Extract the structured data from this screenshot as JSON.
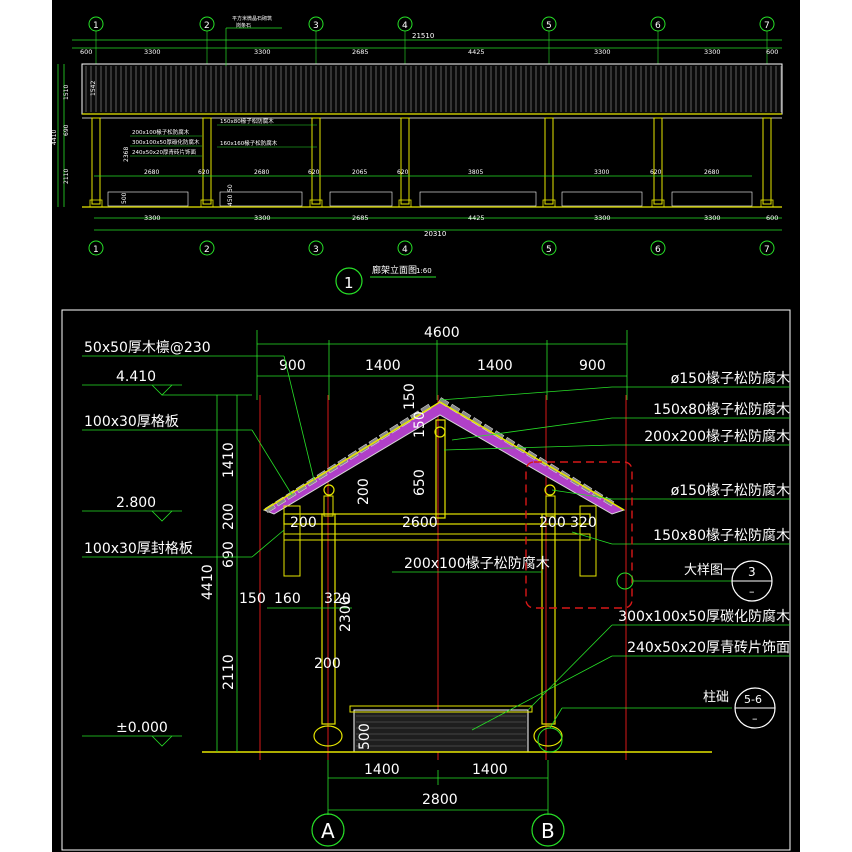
{
  "elevation": {
    "title": "廊架立面图",
    "scale": "1:60",
    "section_no": "1",
    "axes": [
      "1",
      "2",
      "3",
      "4",
      "5",
      "6",
      "7"
    ],
    "top_dims": [
      "600",
      "3300",
      "3300",
      "2685",
      "4425",
      "3300",
      "3300",
      "600"
    ],
    "overall_top": "21510",
    "bottom_dims": [
      "3300",
      "3300",
      "2685",
      "4425",
      "3300",
      "3300",
      "600"
    ],
    "overall_bottom": "20310",
    "mid_dims": [
      "2680",
      "620",
      "2680",
      "620",
      "2065",
      "620",
      "3805",
      "3300",
      "620",
      "2680"
    ],
    "left_dims": [
      "1510",
      "690",
      "2110"
    ],
    "left_total": "4410",
    "inner_dims": [
      "1542",
      "2368",
      "500",
      "450",
      "50"
    ],
    "top_note_1": "平方米微晶石砌筑",
    "top_note_2": "岗条石",
    "notes_left": [
      "200x100椽子松防腐木",
      "300x100x50厚碳化防腐木",
      "240x50x20厚青砖片饰面"
    ],
    "notes_center": [
      "150x80椽子松防腐木",
      "160x160椽子松防腐木"
    ]
  },
  "section": {
    "top_width": "4600",
    "top_dims": [
      "900",
      "1400",
      "1400",
      "900"
    ],
    "bottom_dims": [
      "1400",
      "1400"
    ],
    "bottom_total": "2800",
    "axis_a": "A",
    "axis_b": "B",
    "elev_top": "4.410",
    "elev_mid": "2.800",
    "elev_zero": "±0.000",
    "left_outer": "4410",
    "left_dims": [
      "1410",
      "200",
      "690",
      "2110"
    ],
    "beam_label": "2600",
    "col_dims": [
      "2300",
      "200",
      "200",
      "650",
      "150",
      "150",
      "500",
      "200",
      "200",
      "320"
    ],
    "eave_dims": [
      "150",
      "160",
      "320"
    ],
    "left_notes": [
      "50x50厚木檩@230",
      "100x30厚格板",
      "100x30厚封格板"
    ],
    "right_notes": [
      "ø150椽子松防腐木",
      "150x80椽子松防腐木",
      "200x200椽子松防腐木",
      "ø150椽子松防腐木",
      "150x80椽子松防腐木",
      "300x100x50厚碳化防腐木",
      "240x50x20厚青砖片饰面"
    ],
    "center_note": "200x100椽子松防腐木",
    "detail_label": "大样图一",
    "detail_no": "3",
    "detail_sheet": "–",
    "base_label": "柱础",
    "base_no": "5-6",
    "base_sheet": "–"
  },
  "colors": {
    "background": "#000000",
    "green": "#27e027",
    "yellow": "#e6e600",
    "white": "#ffffff",
    "red": "#d81818",
    "magenta": "#c03cd0",
    "cyan": "#20d0d0"
  }
}
